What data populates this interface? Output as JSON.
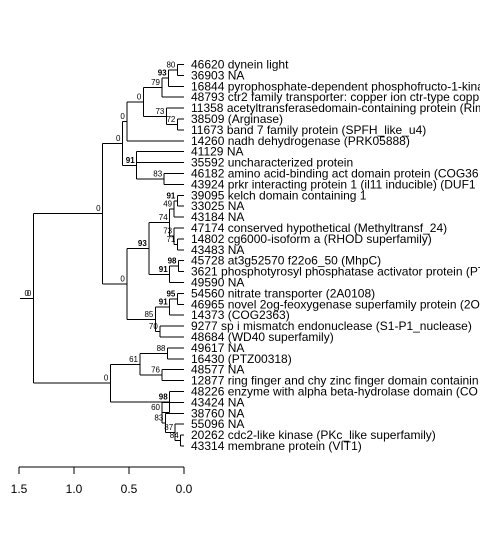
{
  "tree": {
    "leaves": [
      "46620 dynein light",
      "36903 NA",
      "16844 pyrophosphate-dependent phosphofructo-1-kina",
      "48793 ctr2 family transporter: copper ion ctr-type copp",
      "11358 acetyltransferasedomain-containing protein (Rim",
      "38509 (Arginase)",
      "11673 band 7 family protein (SPFH_like_u4)",
      "14260 nadh dehydrogenase (PRK05888)",
      "41129 NA",
      "35592 uncharacterized protein",
      "46182 amino acid-binding act domain protein (COG36",
      "43924 prkr interacting protein 1 (il11 inducible) (DUF1",
      "39095 kelch domain containing 1",
      "33025 NA",
      "43184 NA",
      "47174 conserved hypothetical (Methyltransf_24)",
      "14802 cg6000-isoform a (RHOD superfamily)",
      "43483 NA",
      "45728 at3g52570 f22o6_50 (MhpC)",
      "3621 phosphotyrosyl phosphatase activator protein (PT",
      "49590 NA",
      "54560 nitrate transporter (2A0108)",
      "46965 novel 2og-feoxygenase superfamily protein (2O",
      "14373 (COG2363)",
      "9277 sp i mismatch endonuclease (S1-P1_nuclease)",
      "48684 (WD40 superfamily)",
      "49617 NA",
      "16430 (PTZ00318)",
      "48577 NA",
      "12877 ring finger and chy zinc finger domain containin",
      "48226 enzyme with alpha beta-hydrolase domain (CO",
      "43424 NA",
      "38760 NA",
      "55096 NA",
      "20262 cdc2-like kinase (PKc_like superfamily)",
      "43314 membrane protein (VIT1)"
    ],
    "nodes": [
      {
        "id": "n0",
        "leaves": [
          0,
          1
        ],
        "h": 0.06,
        "bs": "80",
        "bold": false
      },
      {
        "id": "n1",
        "kids": [
          "n0"
        ],
        "leaves": [
          2
        ],
        "h": 0.14,
        "bs": "93",
        "bold": true
      },
      {
        "id": "n2",
        "kids": [
          "n1"
        ],
        "leaves": [
          3
        ],
        "h": 0.2,
        "bs": "79",
        "bold": false
      },
      {
        "id": "n3",
        "leaves": [
          5,
          6
        ],
        "h": 0.06,
        "bs": "72",
        "bold": false
      },
      {
        "id": "n4",
        "kids": [
          "n3"
        ],
        "leaves": [
          4
        ],
        "h": 0.16,
        "bs": "73",
        "bold": false
      },
      {
        "id": "n5",
        "kids": [
          "n2",
          "n4"
        ],
        "h": 0.37,
        "bs": "0",
        "bold": false
      },
      {
        "id": "n6",
        "kids": [
          "n5"
        ],
        "leaves": [
          7
        ],
        "h": 0.52,
        "bs": "0",
        "bold": false
      },
      {
        "id": "n7",
        "leaves": [
          10,
          11
        ],
        "h": 0.18,
        "bs": "83",
        "bold": false
      },
      {
        "id": "n8",
        "kids": [
          "n7"
        ],
        "leaves": [
          8,
          9
        ],
        "h": 0.43,
        "bs": "91",
        "bold": true
      },
      {
        "id": "n9",
        "kids": [
          "n6",
          "n8"
        ],
        "h": 0.56,
        "bs": "0",
        "bold": false
      },
      {
        "id": "n10",
        "leaves": [
          12,
          13
        ],
        "h": 0.06,
        "bs": "91",
        "bold": true
      },
      {
        "id": "n11",
        "kids": [
          "n10"
        ],
        "leaves": [
          14
        ],
        "h": 0.09,
        "bs": "49",
        "bold": false
      },
      {
        "id": "n12",
        "leaves": [
          16,
          17
        ],
        "h": 0.06,
        "bs": "71",
        "bold": false
      },
      {
        "id": "n13",
        "kids": [
          "n12"
        ],
        "leaves": [
          15
        ],
        "h": 0.09,
        "bs": "73",
        "bold": false
      },
      {
        "id": "n14",
        "kids": [
          "n11",
          "n13"
        ],
        "h": 0.13,
        "bs": "74",
        "bold": false
      },
      {
        "id": "n15",
        "leaves": [
          18,
          19
        ],
        "h": 0.05,
        "bs": "98",
        "bold": true
      },
      {
        "id": "n16",
        "kids": [
          "n15"
        ],
        "leaves": [
          20
        ],
        "h": 0.13,
        "bs": "91",
        "bold": true
      },
      {
        "id": "n17",
        "kids": [
          "n14",
          "n16"
        ],
        "h": 0.32,
        "bs": "93",
        "bold": true
      },
      {
        "id": "n18",
        "leaves": [
          21,
          22
        ],
        "h": 0.06,
        "bs": "95",
        "bold": true
      },
      {
        "id": "n19",
        "kids": [
          "n18"
        ],
        "leaves": [
          23
        ],
        "h": 0.13,
        "bs": "91",
        "bold": true
      },
      {
        "id": "n20",
        "leaves": [
          24,
          25
        ],
        "h": 0.22,
        "bs": "70",
        "bold": false
      },
      {
        "id": "n21",
        "kids": [
          "n19",
          "n20"
        ],
        "h": 0.26,
        "bs": "85",
        "bold": false
      },
      {
        "id": "n22",
        "kids": [
          "n17",
          "n21"
        ],
        "h": 0.52,
        "bs": "0",
        "bold": false
      },
      {
        "id": "n23",
        "kids": [
          "n9",
          "n22"
        ],
        "h": 0.74,
        "bs": "0",
        "bold": false
      },
      {
        "id": "n24",
        "leaves": [
          26,
          27
        ],
        "h": 0.15,
        "bs": "88",
        "bold": false
      },
      {
        "id": "n25",
        "leaves": [
          28,
          29
        ],
        "h": 0.2,
        "bs": "76",
        "bold": false
      },
      {
        "id": "n26",
        "kids": [
          "n24",
          "n25"
        ],
        "h": 0.4,
        "bs": "61",
        "bold": false
      },
      {
        "id": "n27",
        "leaves": [
          34,
          35
        ],
        "h": 0.03,
        "bs": "84",
        "bold": false
      },
      {
        "id": "n28",
        "kids": [
          "n27"
        ],
        "leaves": [
          33
        ],
        "h": 0.08,
        "bs": "87",
        "bold": false
      },
      {
        "id": "n29",
        "kids": [
          "n28"
        ],
        "leaves": [
          32
        ],
        "h": 0.17,
        "bs": "83",
        "bold": false
      },
      {
        "id": "n30",
        "kids": [
          "n29"
        ],
        "leaves": [
          31
        ],
        "h": 0.2,
        "bs": "60",
        "bold": false
      },
      {
        "id": "n31",
        "kids": [
          "n30"
        ],
        "leaves": [
          30
        ],
        "h": 0.13,
        "bs": "98",
        "bold": true
      },
      {
        "id": "n32",
        "kids": [
          "n26",
          "n31"
        ],
        "h": 0.67,
        "bs": "0",
        "bold": false
      },
      {
        "id": "n33",
        "kids": [
          "n23",
          "n32"
        ],
        "h": 1.37,
        "bs": "0",
        "bold": false
      }
    ],
    "root": "n33",
    "root_label": "0",
    "axis": {
      "ticks": [
        1.5,
        1.0,
        0.5,
        0.0
      ],
      "tick_labels": [
        "1.5",
        "1.0",
        "0.5",
        "0.0"
      ],
      "range": [
        1.5,
        0.0
      ]
    }
  }
}
